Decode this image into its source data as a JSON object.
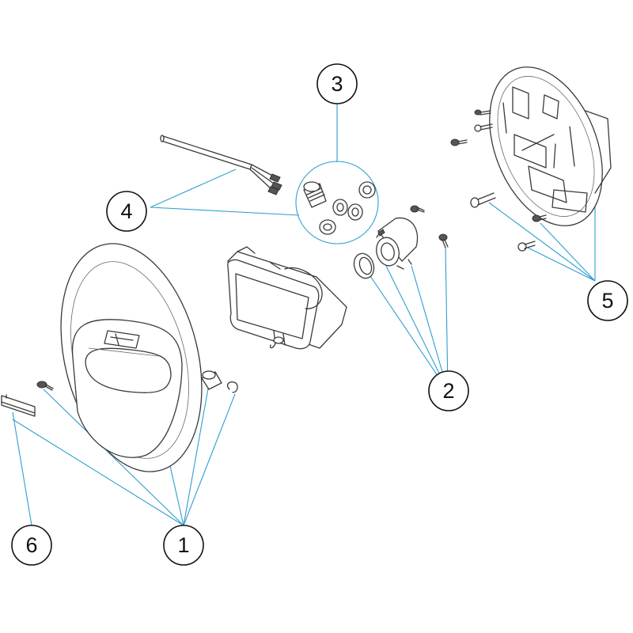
{
  "callouts": [
    {
      "id": "1",
      "label": "1"
    },
    {
      "id": "2",
      "label": "2"
    },
    {
      "id": "3",
      "label": "3"
    },
    {
      "id": "4",
      "label": "4"
    },
    {
      "id": "5",
      "label": "5"
    },
    {
      "id": "6",
      "label": "6"
    }
  ],
  "colors": {
    "leader": "#2f9fcf",
    "line": "#3a3a3a",
    "background": "#ffffff"
  }
}
